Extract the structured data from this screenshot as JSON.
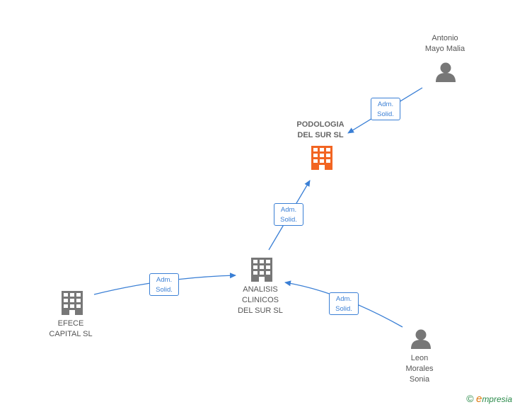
{
  "nodes": {
    "podologia": {
      "lines": [
        "PODOLOGIA",
        "DEL SUR  SL"
      ],
      "type": "company",
      "highlight": true,
      "color": "#f26522"
    },
    "analisis": {
      "lines": [
        "ANALISIS",
        "CLINICOS",
        "DEL SUR  SL"
      ],
      "type": "company",
      "color": "#777777"
    },
    "efece": {
      "lines": [
        "EFECE",
        "CAPITAL SL"
      ],
      "type": "company",
      "color": "#777777"
    },
    "antonio": {
      "lines": [
        "Antonio",
        "Mayo Malia"
      ],
      "type": "person",
      "color": "#777777"
    },
    "leon": {
      "lines": [
        "Leon",
        "Morales",
        "Sonia"
      ],
      "type": "person",
      "color": "#777777"
    }
  },
  "edges": [
    {
      "from": "antonio",
      "to": "podologia",
      "label": [
        "Adm.",
        "Solid."
      ]
    },
    {
      "from": "analisis",
      "to": "podologia",
      "label": [
        "Adm.",
        "Solid."
      ]
    },
    {
      "from": "efece",
      "to": "analisis",
      "label": [
        "Adm.",
        "Solid."
      ]
    },
    {
      "from": "leon",
      "to": "analisis",
      "label": [
        "Adm.",
        "Solid."
      ]
    }
  ],
  "colors": {
    "edge": "#3a7fd5",
    "brand_e": "#e07a10",
    "brand": "#2a8a4a"
  },
  "footer": {
    "copyright_symbol": "©",
    "brand_first": "e",
    "brand_rest": "mpresia"
  }
}
